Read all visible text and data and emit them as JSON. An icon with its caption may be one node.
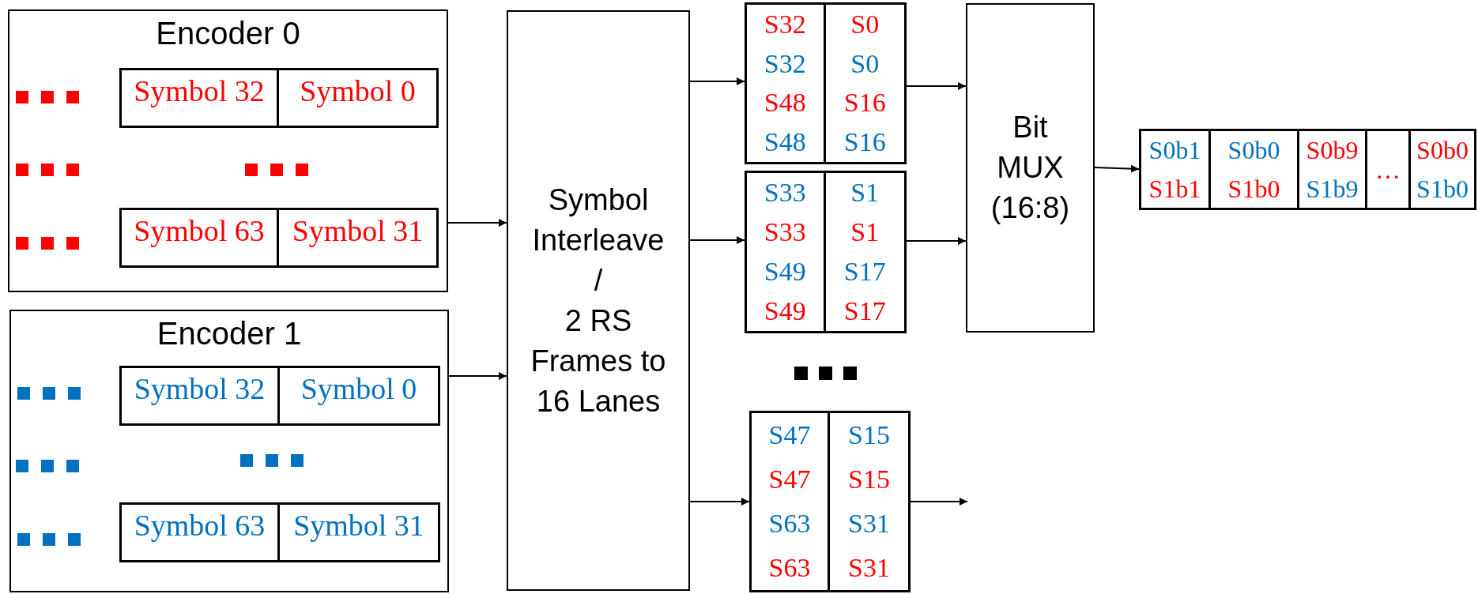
{
  "diagram": {
    "nodes": [
      {
        "text": [
          "Encoder 0"
        ]
      },
      {
        "text": [
          "Symbol 32",
          "Symbol 0"
        ],
        "in": 0
      },
      {
        "text": [
          "Symbol 63",
          "Symbol 31"
        ],
        "in": 0
      },
      {
        "text": [
          "Encoder 1"
        ]
      },
      {
        "text": [
          "Symbol 32",
          "Symbol 0"
        ],
        "in": 3
      },
      {
        "text": [
          "Symbol 63",
          "Symbol 31"
        ],
        "in": 3
      },
      {
        "text": [
          "Symbol Interleave",
          "/",
          "2 RS Frames to 16 Lanes"
        ]
      },
      {
        "text": [
          "S32",
          "S0",
          "S32",
          "S0",
          "S48",
          "S16",
          "S48",
          "S16"
        ]
      },
      {
        "text": [
          "S33",
          "S1",
          "S33",
          "S1",
          "S49",
          "S17",
          "S49",
          "S17"
        ]
      },
      {
        "text": [
          "S47",
          "S15",
          "S47",
          "S15",
          "S63",
          "S31",
          "S63",
          "S31"
        ]
      },
      {
        "text": [
          "Bit MUX (16:8)"
        ]
      },
      {
        "text": [
          "S0b1",
          "S0b0",
          "S0b9",
          "…",
          "S0b0",
          "S1b1",
          "S1b0",
          "S1b9",
          "S1b0"
        ]
      }
    ],
    "edges": [
      {
        "from": 0,
        "to": 6,
        "arrow": "to"
      },
      {
        "from": 3,
        "to": 6,
        "arrow": "to"
      },
      {
        "from": 6,
        "to": 7,
        "arrow": "to"
      },
      {
        "from": 6,
        "to": 8,
        "arrow": "to"
      },
      {
        "from": 6,
        "to": 9,
        "arrow": "to"
      },
      {
        "from": 7,
        "to": 10,
        "arrow": "to"
      },
      {
        "from": 8,
        "to": 10,
        "arrow": "to"
      },
      {
        "from": 9,
        "to": null,
        "arrow": "to"
      },
      {
        "from": 10,
        "to": 11,
        "arrow": "to"
      }
    ]
  }
}
